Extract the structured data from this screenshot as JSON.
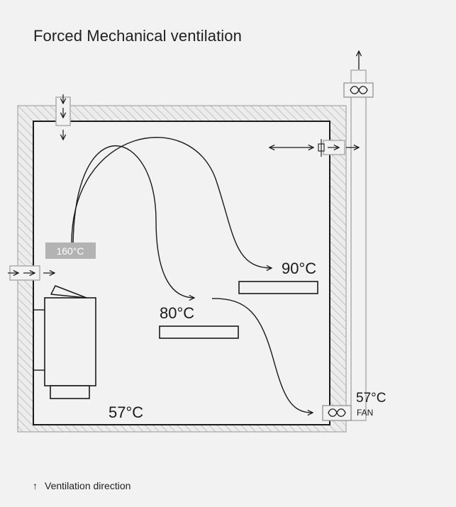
{
  "title": "Forced Mechanical ventilation",
  "labels": {
    "heater_temp": "160°C",
    "upper_bench_temp": "90°C",
    "lower_bench_temp": "80°C",
    "floor_temp": "57°C",
    "fan_temp": "57°C",
    "fan": "FAN"
  },
  "legend": {
    "icon": "arrow-up-icon",
    "text": "Ventilation direction"
  },
  "colors": {
    "background": "#f2f2f2",
    "stroke": "#1a1a1a",
    "hatch": "#a8a8a8",
    "wall_fill": "#e6e6e6",
    "heater_label_bg": "#b3b3b3"
  }
}
